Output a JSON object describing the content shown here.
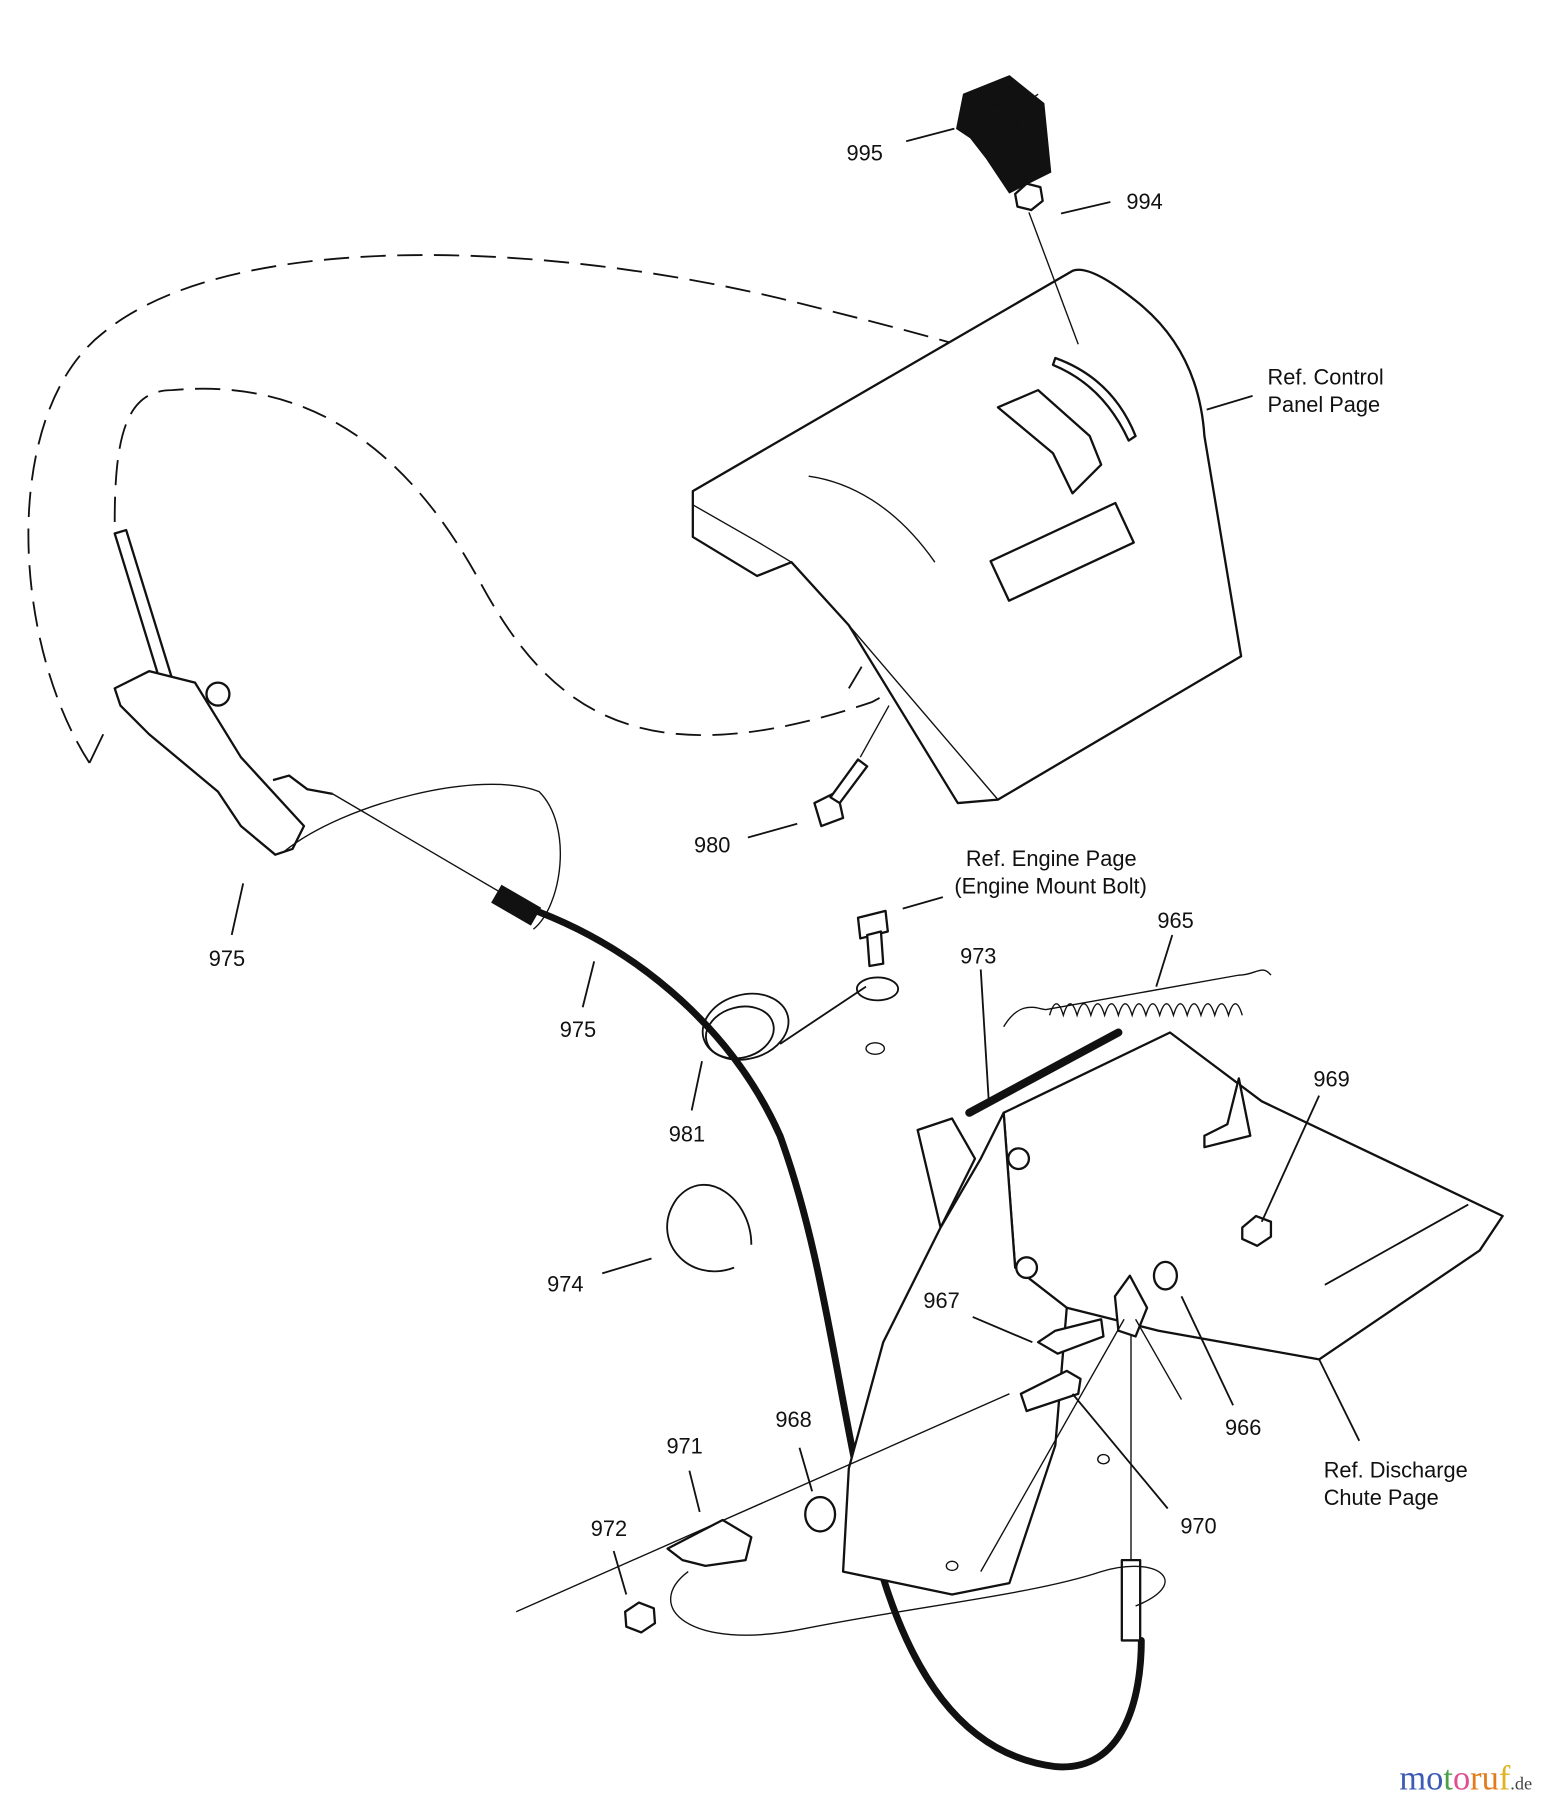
{
  "diagram": {
    "labels": {
      "p995": "995",
      "p994": "994",
      "ref_control_1": "Ref. Control",
      "ref_control_2": "Panel Page",
      "p980": "980",
      "ref_engine_1": "Ref. Engine Page",
      "ref_engine_2": "(Engine Mount Bolt)",
      "p965": "965",
      "p973": "973",
      "p975a": "975",
      "p975b": "975",
      "p969": "969",
      "p981": "981",
      "p974": "974",
      "p967": "967",
      "p966": "966",
      "p968": "968",
      "p971": "971",
      "ref_chute_1": "Ref. Discharge",
      "ref_chute_2": "Chute Page",
      "p970": "970",
      "p972": "972"
    },
    "watermark": {
      "letters": [
        "m",
        "o",
        "t",
        "o",
        "r",
        "u",
        "f"
      ],
      "colors": [
        "#3b5bb5",
        "#3b5bb5",
        "#4aa04a",
        "#e0508f",
        "#e37b1d",
        "#e37b1d",
        "#e0b21d"
      ],
      "suffix": ".de"
    }
  }
}
